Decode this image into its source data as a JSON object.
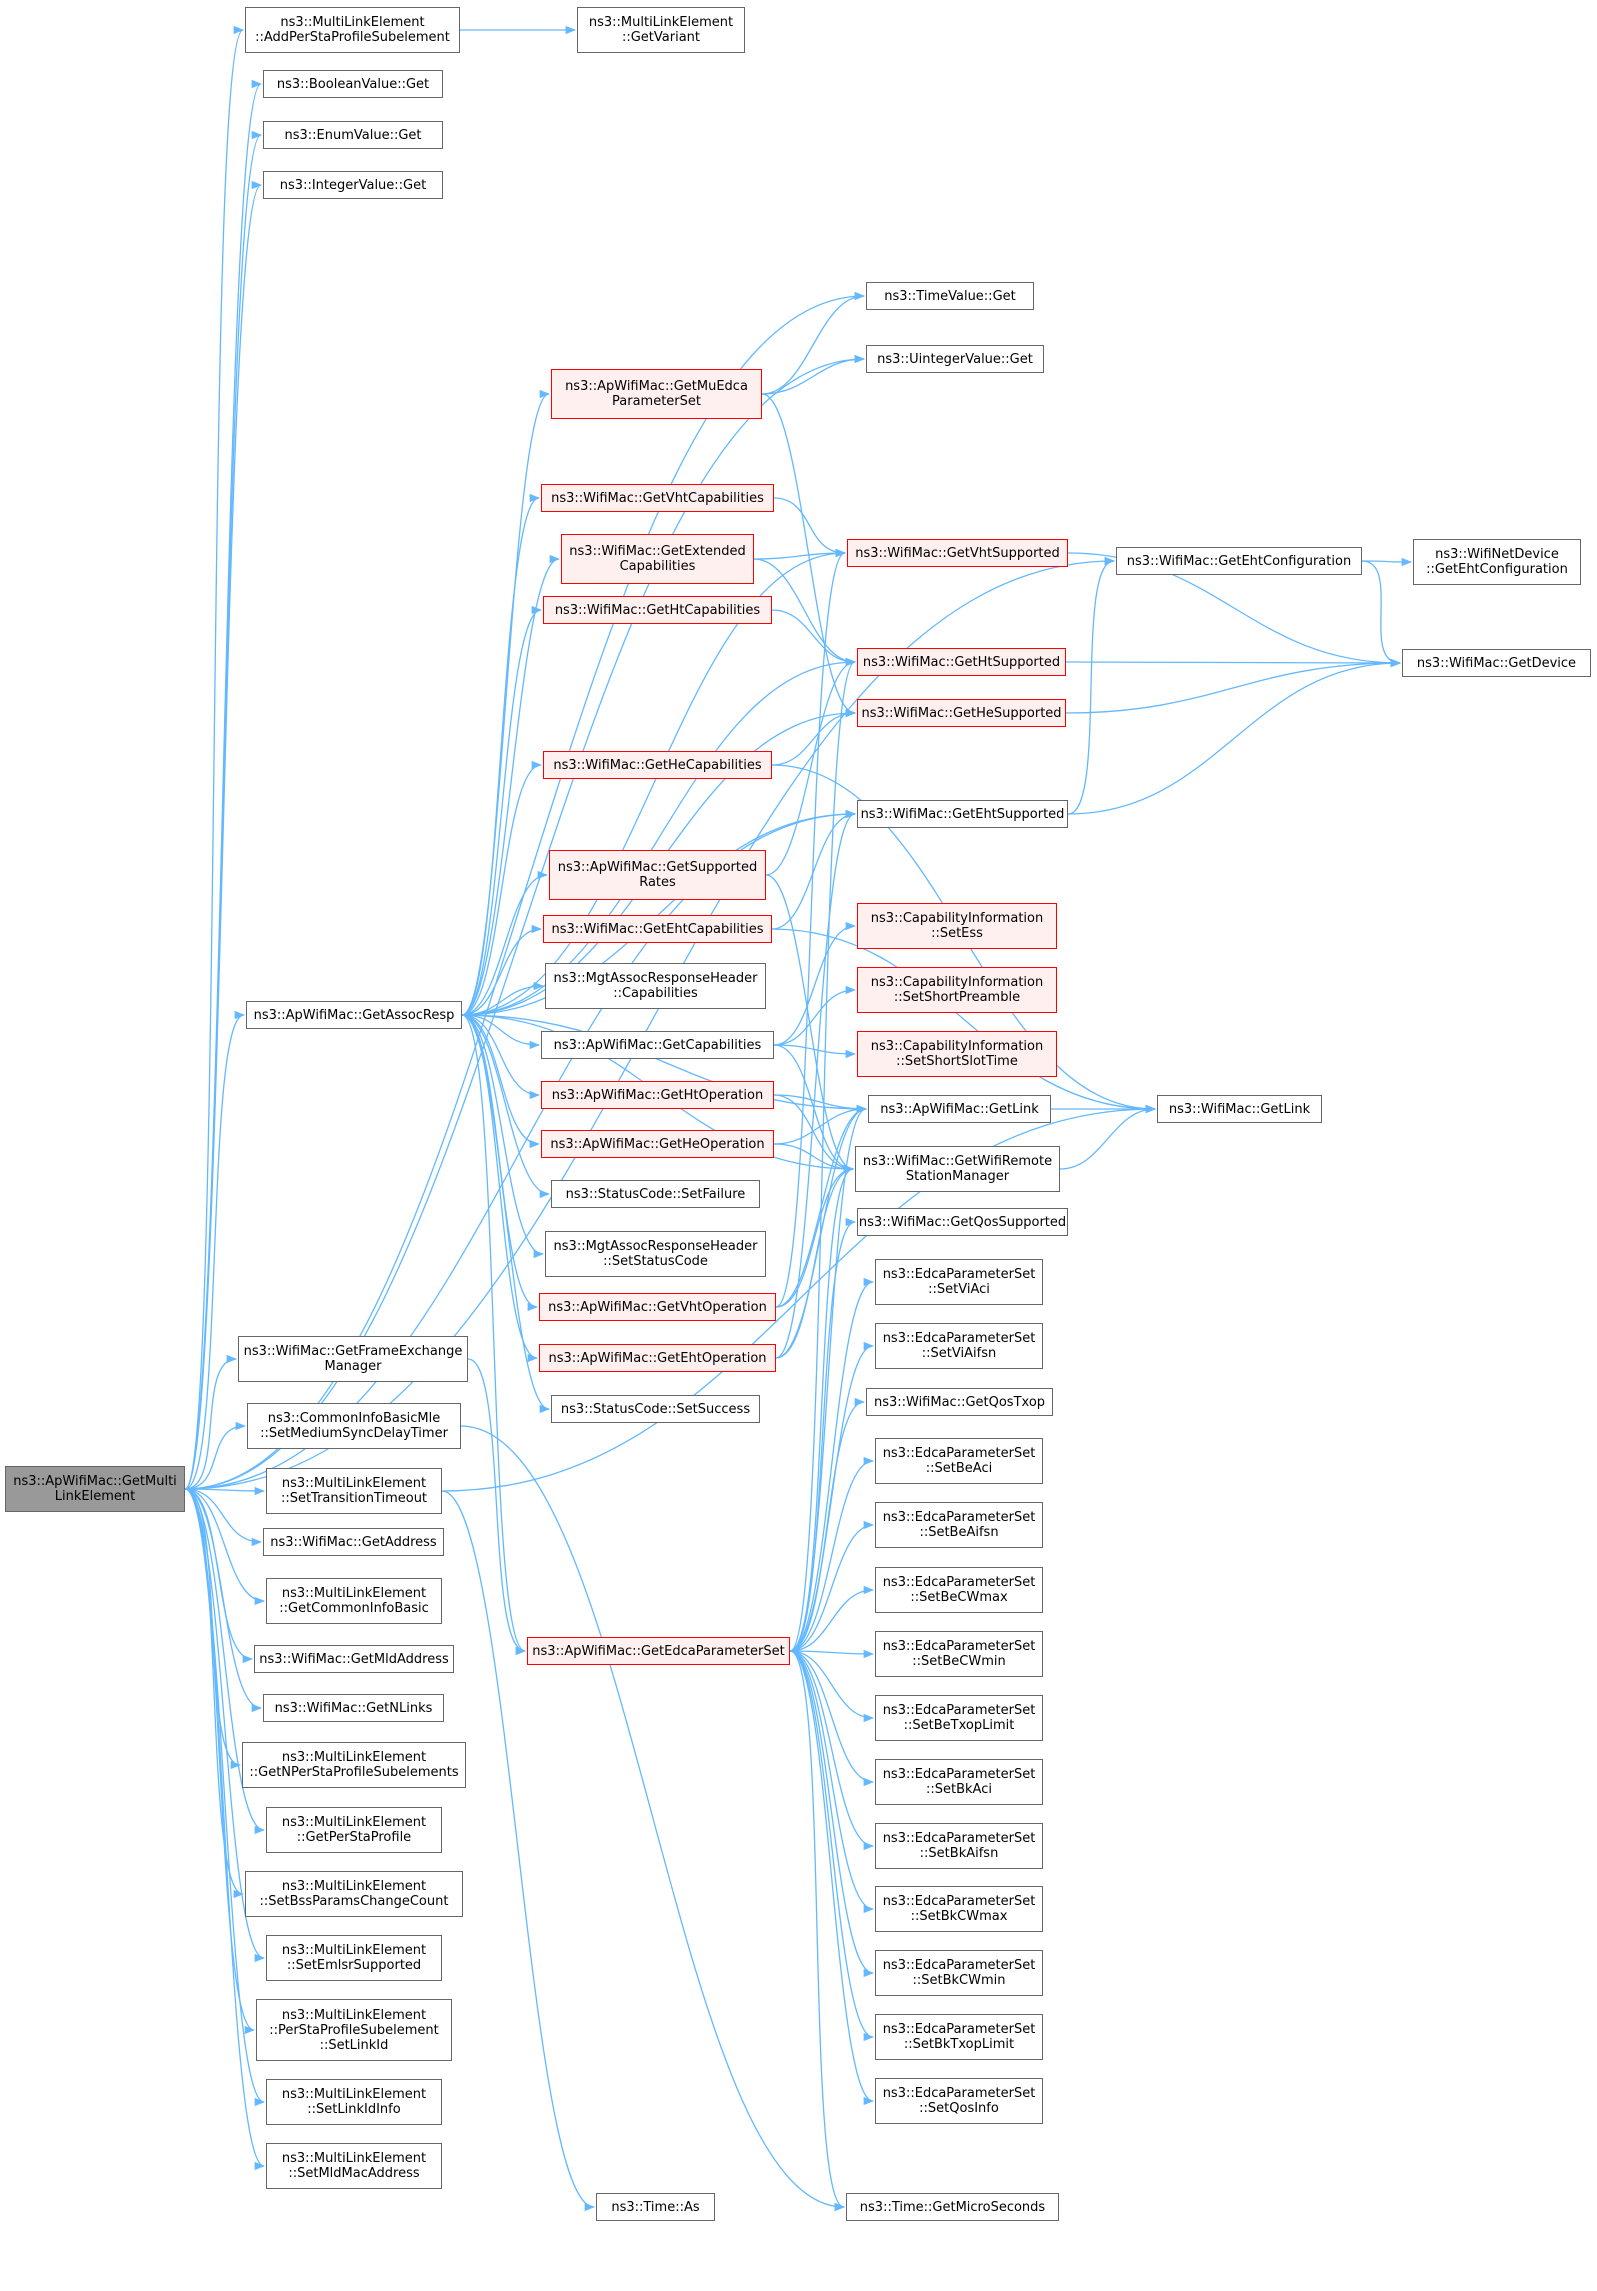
{
  "colors": {
    "edge": "#63b8ff",
    "node_border": "#666666",
    "node_border_truncated": "#ff0000",
    "node_fill": "#ffffff",
    "node_fill_truncated": "#fff0f0",
    "node_fill_root": "#999999"
  },
  "nodes": {
    "root": {
      "lines": [
        "ns3::ApWifiMac::GetMulti",
        "LinkElement"
      ]
    },
    "addPerSta": {
      "lines": [
        "ns3::MultiLinkElement",
        "::AddPerStaProfileSubelement"
      ]
    },
    "getVariant": {
      "lines": [
        "ns3::MultiLinkElement",
        "::GetVariant"
      ]
    },
    "boolGet": {
      "lines": [
        "ns3::BooleanValue::Get"
      ]
    },
    "enumGet": {
      "lines": [
        "ns3::EnumValue::Get"
      ]
    },
    "intGet": {
      "lines": [
        "ns3::IntegerValue::Get"
      ]
    },
    "timeGet": {
      "lines": [
        "ns3::TimeValue::Get"
      ]
    },
    "uintGet": {
      "lines": [
        "ns3::UintegerValue::Get"
      ]
    },
    "getMuEdca": {
      "lines": [
        "ns3::ApWifiMac::GetMuEdca",
        "ParameterSet"
      ]
    },
    "getVhtCap": {
      "lines": [
        "ns3::WifiMac::GetVhtCapabilities"
      ]
    },
    "getExtCap": {
      "lines": [
        "ns3::WifiMac::GetExtended",
        "Capabilities"
      ]
    },
    "getVhtSup": {
      "lines": [
        "ns3::WifiMac::GetVhtSupported"
      ]
    },
    "getEhtConf": {
      "lines": [
        "ns3::WifiMac::GetEhtConfiguration"
      ]
    },
    "wndEhtConf": {
      "lines": [
        "ns3::WifiNetDevice",
        "::GetEhtConfiguration"
      ]
    },
    "getHtCap": {
      "lines": [
        "ns3::WifiMac::GetHtCapabilities"
      ]
    },
    "getHtSup": {
      "lines": [
        "ns3::WifiMac::GetHtSupported"
      ]
    },
    "getDevice": {
      "lines": [
        "ns3::WifiMac::GetDevice"
      ]
    },
    "getHeSup": {
      "lines": [
        "ns3::WifiMac::GetHeSupported"
      ]
    },
    "getHeCap": {
      "lines": [
        "ns3::WifiMac::GetHeCapabilities"
      ]
    },
    "getEhtSup": {
      "lines": [
        "ns3::WifiMac::GetEhtSupported"
      ]
    },
    "getSupRates": {
      "lines": [
        "ns3::ApWifiMac::GetSupported",
        "Rates"
      ]
    },
    "getEhtCap": {
      "lines": [
        "ns3::WifiMac::GetEhtCapabilities"
      ]
    },
    "ciSetEss": {
      "lines": [
        "ns3::CapabilityInformation",
        "::SetEss"
      ]
    },
    "mgtCap": {
      "lines": [
        "ns3::MgtAssocResponseHeader",
        "::Capabilities"
      ]
    },
    "ciSetShortPre": {
      "lines": [
        "ns3::CapabilityInformation",
        "::SetShortPreamble"
      ]
    },
    "getAssocResp": {
      "lines": [
        "ns3::ApWifiMac::GetAssocResp"
      ]
    },
    "getCapabilities": {
      "lines": [
        "ns3::ApWifiMac::GetCapabilities"
      ]
    },
    "ciSetShortSlot": {
      "lines": [
        "ns3::CapabilityInformation",
        "::SetShortSlotTime"
      ]
    },
    "getHtOp": {
      "lines": [
        "ns3::ApWifiMac::GetHtOperation"
      ]
    },
    "apGetLink": {
      "lines": [
        "ns3::ApWifiMac::GetLink"
      ]
    },
    "wmGetLink": {
      "lines": [
        "ns3::WifiMac::GetLink"
      ]
    },
    "getHeOp": {
      "lines": [
        "ns3::ApWifiMac::GetHeOperation"
      ]
    },
    "getRsm": {
      "lines": [
        "ns3::WifiMac::GetWifiRemote",
        "StationManager"
      ]
    },
    "scSetFailure": {
      "lines": [
        "ns3::StatusCode::SetFailure"
      ]
    },
    "getQosSup": {
      "lines": [
        "ns3::WifiMac::GetQosSupported"
      ]
    },
    "mgtSetStatus": {
      "lines": [
        "ns3::MgtAssocResponseHeader",
        "::SetStatusCode"
      ]
    },
    "setViAci": {
      "lines": [
        "ns3::EdcaParameterSet",
        "::SetViAci"
      ]
    },
    "getVhtOp": {
      "lines": [
        "ns3::ApWifiMac::GetVhtOperation"
      ]
    },
    "setViAifsn": {
      "lines": [
        "ns3::EdcaParameterSet",
        "::SetViAifsn"
      ]
    },
    "getFem": {
      "lines": [
        "ns3::WifiMac::GetFrameExchange",
        "Manager"
      ]
    },
    "getEhtOp": {
      "lines": [
        "ns3::ApWifiMac::GetEhtOperation"
      ]
    },
    "scSetSuccess": {
      "lines": [
        "ns3::StatusCode::SetSuccess"
      ]
    },
    "getQosTxop": {
      "lines": [
        "ns3::WifiMac::GetQosTxop"
      ]
    },
    "setMsdTimer": {
      "lines": [
        "ns3::CommonInfoBasicMle",
        "::SetMediumSyncDelayTimer"
      ]
    },
    "setBeAci": {
      "lines": [
        "ns3::EdcaParameterSet",
        "::SetBeAci"
      ]
    },
    "setTransTimeout": {
      "lines": [
        "ns3::MultiLinkElement",
        "::SetTransitionTimeout"
      ]
    },
    "setBeAifsn": {
      "lines": [
        "ns3::EdcaParameterSet",
        "::SetBeAifsn"
      ]
    },
    "getAddress": {
      "lines": [
        "ns3::WifiMac::GetAddress"
      ]
    },
    "setBeCWmax": {
      "lines": [
        "ns3::EdcaParameterSet",
        "::SetBeCWmax"
      ]
    },
    "getCommonInfo": {
      "lines": [
        "ns3::MultiLinkElement",
        "::GetCommonInfoBasic"
      ]
    },
    "getEdcaPs": {
      "lines": [
        "ns3::ApWifiMac::GetEdcaParameterSet"
      ]
    },
    "setBeCWmin": {
      "lines": [
        "ns3::EdcaParameterSet",
        "::SetBeCWmin"
      ]
    },
    "getMldAddr": {
      "lines": [
        "ns3::WifiMac::GetMldAddress"
      ]
    },
    "getNLinks": {
      "lines": [
        "ns3::WifiMac::GetNLinks"
      ]
    },
    "setBeTxop": {
      "lines": [
        "ns3::EdcaParameterSet",
        "::SetBeTxopLimit"
      ]
    },
    "getNPerSta": {
      "lines": [
        "ns3::MultiLinkElement",
        "::GetNPerStaProfileSubelements"
      ]
    },
    "setBkAci": {
      "lines": [
        "ns3::EdcaParameterSet",
        "::SetBkAci"
      ]
    },
    "getPerSta": {
      "lines": [
        "ns3::MultiLinkElement",
        "::GetPerStaProfile"
      ]
    },
    "setBkAifsn": {
      "lines": [
        "ns3::EdcaParameterSet",
        "::SetBkAifsn"
      ]
    },
    "setBssParams": {
      "lines": [
        "ns3::MultiLinkElement",
        "::SetBssParamsChangeCount"
      ]
    },
    "setBkCWmax": {
      "lines": [
        "ns3::EdcaParameterSet",
        "::SetBkCWmax"
      ]
    },
    "setEmlsr": {
      "lines": [
        "ns3::MultiLinkElement",
        "::SetEmlsrSupported"
      ]
    },
    "setBkCWmin": {
      "lines": [
        "ns3::EdcaParameterSet",
        "::SetBkCWmin"
      ]
    },
    "setLinkId": {
      "lines": [
        "ns3::MultiLinkElement",
        "::PerStaProfileSubelement",
        "::SetLinkId"
      ]
    },
    "setBkTxop": {
      "lines": [
        "ns3::EdcaParameterSet",
        "::SetBkTxopLimit"
      ]
    },
    "setLinkIdInfo": {
      "lines": [
        "ns3::MultiLinkElement",
        "::SetLinkIdInfo"
      ]
    },
    "setQosInfo": {
      "lines": [
        "ns3::EdcaParameterSet",
        "::SetQosInfo"
      ]
    },
    "setMldMac": {
      "lines": [
        "ns3::MultiLinkElement",
        "::SetMldMacAddress"
      ]
    },
    "timeAs": {
      "lines": [
        "ns3::Time::As"
      ]
    },
    "getMicro": {
      "lines": [
        "ns3::Time::GetMicroSeconds"
      ]
    }
  }
}
